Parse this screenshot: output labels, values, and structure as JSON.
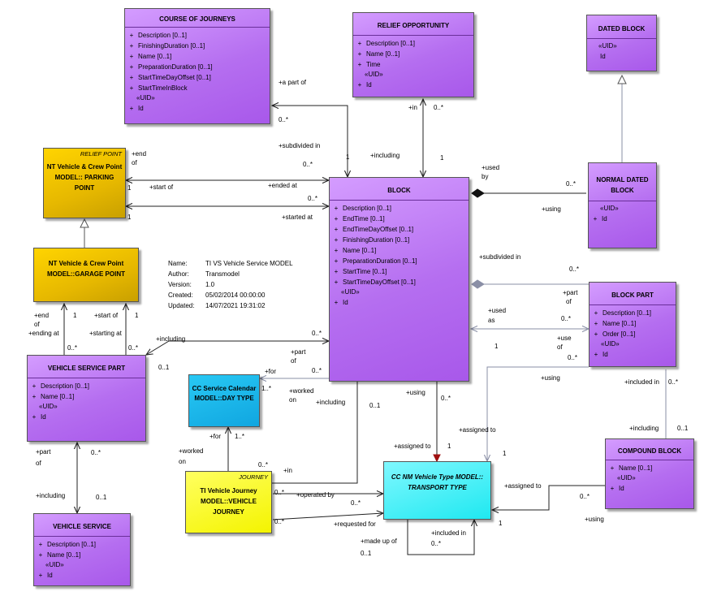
{
  "diagram": {
    "meta_note": {
      "name_key": "Name:",
      "name_val": "TI VS Vehicle Service MODEL",
      "author_key": "Author:",
      "author_val": "Transmodel",
      "version_key": "Version:",
      "version_val": "1.0",
      "created_key": "Created:",
      "created_val": "05/02/2014 00:00:00",
      "updated_key": "Updated:",
      "updated_val": "14/07/2021 19:31:02"
    },
    "course_of_journeys": {
      "title": "COURSE OF JOURNEYS",
      "attrs": [
        "Description [0..1]",
        "FinishingDuration [0..1]",
        "Name [0..1]",
        "PreparationDuration [0..1]",
        "StartTimeDayOffset [0..1]",
        "StartTimeInBlock"
      ],
      "uid": "«UID»",
      "uid_attr": "Id"
    },
    "relief_opportunity": {
      "title": "RELIEF OPPORTUNITY",
      "attrs": [
        "Description [0..1]",
        "Name [0..1]",
        "Time"
      ],
      "uid": "«UID»",
      "uid_attr": "Id"
    },
    "dated_block": {
      "title": "DATED BLOCK",
      "uid": "«UID»",
      "uid_attr": "Id"
    },
    "parking_point": {
      "stereotype": "RELIEF POINT",
      "title": "NT Vehicle & Crew Point MODEL:: PARKING POINT"
    },
    "block": {
      "title": "BLOCK",
      "attrs": [
        "Description [0..1]",
        "EndTime [0..1]",
        "EndTimeDayOffset [0..1]",
        "FinishingDuration [0..1]",
        "Name [0..1]",
        "PreparationDuration [0..1]",
        "StartTime [0..1]",
        "StartTimeDayOffset [0..1]"
      ],
      "uid": "«UID»",
      "uid_attr": "Id"
    },
    "normal_dated_block": {
      "title": "NORMAL DATED BLOCK",
      "uid": "«UID»",
      "uid_attr": "Id"
    },
    "garage_point": {
      "title": "NT Vehicle & Crew Point MODEL::GARAGE POINT"
    },
    "block_part": {
      "title": "BLOCK PART",
      "attrs": [
        "Description [0..1]",
        "Name [0..1]",
        "Order [0..1]"
      ],
      "uid": "«UID»",
      "uid_attr": "Id"
    },
    "vehicle_service_part": {
      "title": "VEHICLE SERVICE PART",
      "attrs": [
        "Description [0..1]",
        "Name [0..1]"
      ],
      "uid": "«UID»",
      "uid_attr": "Id"
    },
    "day_type": {
      "title": "CC Service Calendar MODEL::DAY TYPE"
    },
    "compound_block": {
      "title": "COMPOUND BLOCK",
      "attrs": [
        "Name [0..1]"
      ],
      "uid": "«UID»",
      "uid_attr": "Id"
    },
    "vehicle_journey": {
      "stereotype": "JOURNEY",
      "title": "TI Vehicle Journey MODEL::VEHICLE JOURNEY"
    },
    "transport_type": {
      "title": "CC NM Vehicle Type MODEL:: TRANSPORT TYPE"
    },
    "vehicle_service": {
      "title": "VEHICLE SERVICE",
      "attrs": [
        "Description [0..1]",
        "Name [0..1]"
      ],
      "uid": "«UID»",
      "uid_attr": "Id"
    },
    "vis_plus": "+",
    "labels": [
      "+a part of",
      "0..*",
      "+subdivided in",
      "1",
      "+in",
      "0..*",
      "+including",
      "1",
      "+end",
      "of",
      "1",
      "+start of",
      "+ended at",
      "0..*",
      "0..*",
      "+started at",
      "1",
      "+used",
      "by",
      "0..*",
      "+using",
      "+subdivided in",
      "0..*",
      "+end",
      "of",
      "+ending at",
      "1",
      "+start of",
      "1",
      "+starting at",
      "0..*",
      "0..*",
      "+including",
      "0..*",
      "0..1",
      "+part",
      "of",
      "0..*",
      "+part",
      "of",
      "+used",
      "as",
      "0..*",
      "1",
      "+use",
      "of",
      "0..*",
      "+for",
      "1..*",
      "+worked",
      "on",
      "+including",
      "0..1",
      "+using",
      "0..*",
      "+using",
      "+included in",
      "0..*",
      "+including",
      "0..1",
      "+assigned to",
      "+assigned to",
      "1",
      "1",
      "+part",
      "of",
      "0..*",
      "+including",
      "0..1",
      "+for",
      "1..*",
      "+worked",
      "on",
      "0..*",
      "+in",
      "0..*",
      "+operated by",
      "0..*",
      "+assigned to",
      "0..*",
      "+using",
      "1",
      "0..*",
      "+requested for",
      "+made up of",
      "0..1",
      "+included in",
      "0..*"
    ]
  }
}
